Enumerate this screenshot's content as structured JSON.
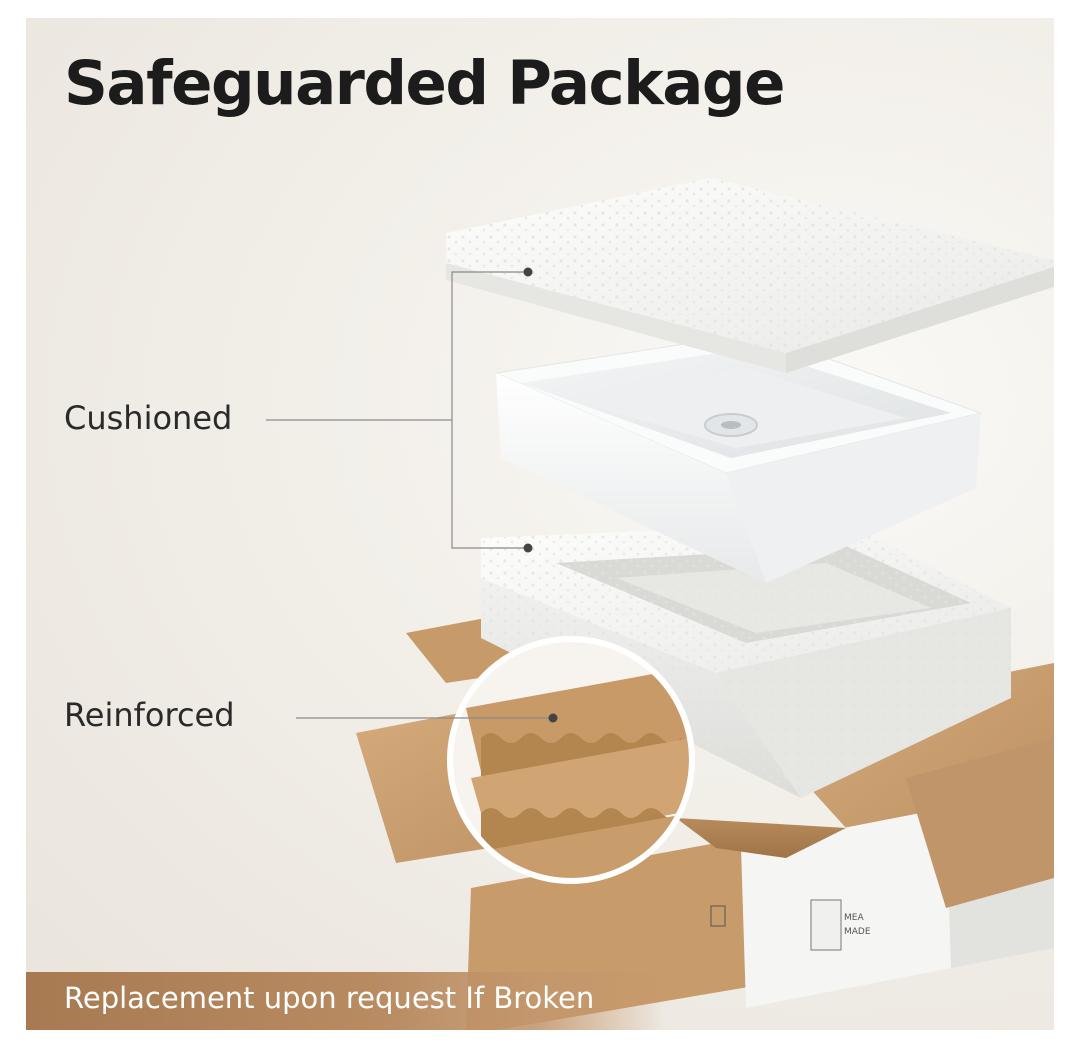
{
  "header": {
    "title": "Safeguarded Package"
  },
  "callouts": {
    "cushioned": "Cushioned",
    "reinforced": "Reinforced"
  },
  "box_print": {
    "line1": "MEA",
    "line2": "MADE"
  },
  "banner": {
    "text": "Replacement upon request If Broken"
  },
  "colors": {
    "title": "#1c1c1c",
    "banner": "#b08259",
    "cardboard": "#c89c6c",
    "foam": "#f4f4f2"
  }
}
